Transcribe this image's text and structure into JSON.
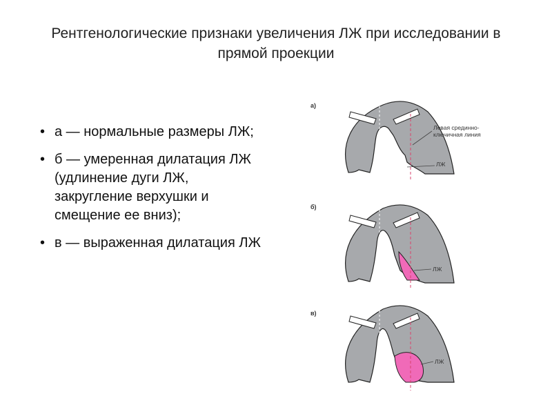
{
  "slide": {
    "title": "Рентгенологические признаки увеличения ЛЖ при исследовании в прямой проекции",
    "bullets": [
      "а — нормальные размеры ЛЖ;",
      "б — умеренная дилатация ЛЖ (удлинение дуги ЛЖ, закругление верхушки и смещение ее вниз);",
      "в — выраженная дилатация ЛЖ"
    ]
  },
  "figure": {
    "panels": [
      {
        "letter": "а)",
        "labels": [
          "Левая срединно-",
          "ключичная линия",
          "ЛЖ"
        ]
      },
      {
        "letter": "б)",
        "labels": [
          "ЛЖ"
        ]
      },
      {
        "letter": "в)",
        "labels": [
          "ЛЖ"
        ]
      }
    ],
    "colors": {
      "lung": "#a7a9ac",
      "lv_highlight": "#f06ab8",
      "midclavicular_line": "#d8436d"
    }
  }
}
